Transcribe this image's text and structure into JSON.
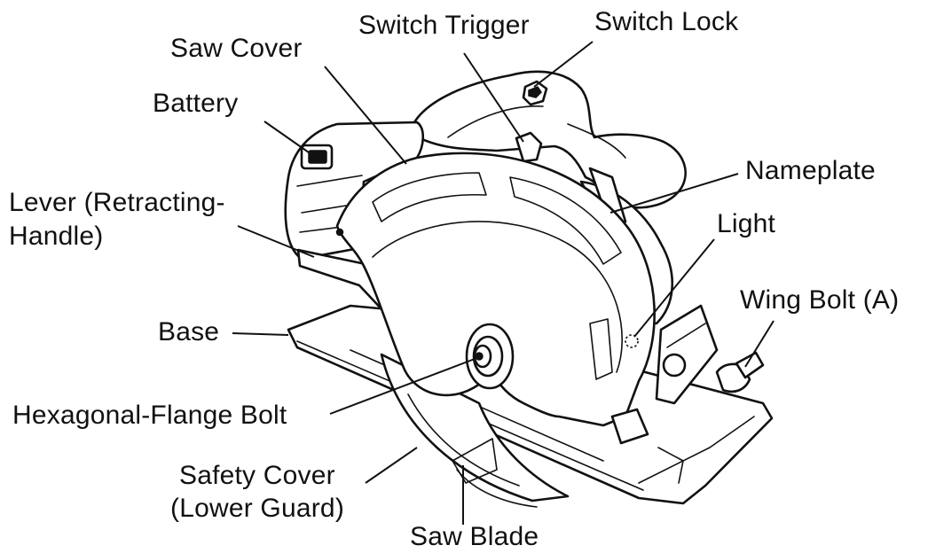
{
  "labels": {
    "switch_trigger": "Switch Trigger",
    "switch_lock": "Switch Lock",
    "saw_cover": "Saw Cover",
    "battery": "Battery",
    "nameplate": "Nameplate",
    "lever_line1": "Lever (Retracting-",
    "lever_line2": "Handle)",
    "light": "Light",
    "wing_bolt": "Wing Bolt (A)",
    "base": "Base",
    "hex_bolt": "Hexagonal-Flange Bolt",
    "safety_cover_line1": "Safety Cover",
    "safety_cover_line2": "(Lower Guard)",
    "saw_blade": "Saw Blade"
  },
  "colors": {
    "ink": "#111111",
    "background": "#ffffff"
  }
}
